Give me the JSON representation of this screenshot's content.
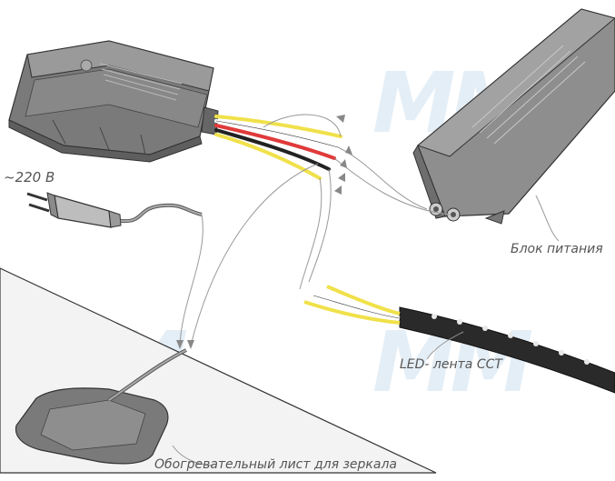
{
  "labels": {
    "mains_voltage": "~220 В",
    "power_supply": "Блок питания",
    "led_strip": "LED- лента CCT",
    "heating_sheet": "Обогревательный лист для зеркала"
  },
  "watermark": {
    "text": "MM"
  },
  "colors": {
    "line": "#333333",
    "device_fill": "#8c8c8c",
    "device_dark": "#6e6e6e",
    "device_light": "#a6a6a6",
    "wire_yellow": "#f0e14a",
    "wire_red": "#e03a3a",
    "wire_white": "#ffffff",
    "wire_black": "#222222",
    "mirror_fill": "#f3f3f3",
    "leader_line": "#999999",
    "watermark": "#dbe9f3"
  }
}
